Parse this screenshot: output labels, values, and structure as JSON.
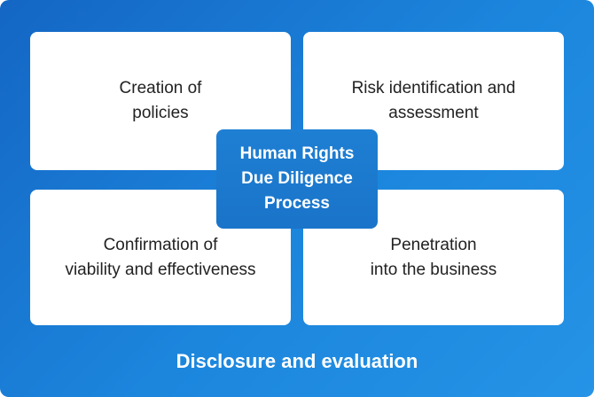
{
  "diagram": {
    "quadrants": {
      "top_left": "Creation of\npolicies",
      "top_right": "Risk identification and\nassessment",
      "bottom_left": "Confirmation of\nviability and effectiveness",
      "bottom_right": "Penetration\ninto the business"
    },
    "center": "Human Rights\nDue Diligence\nProcess",
    "footer": "Disclosure and evaluation"
  },
  "colors": {
    "frame_blue": "#1c86dd",
    "center_blue": "#1a74c9",
    "card_white": "#ffffff",
    "text_dark": "#222222"
  }
}
